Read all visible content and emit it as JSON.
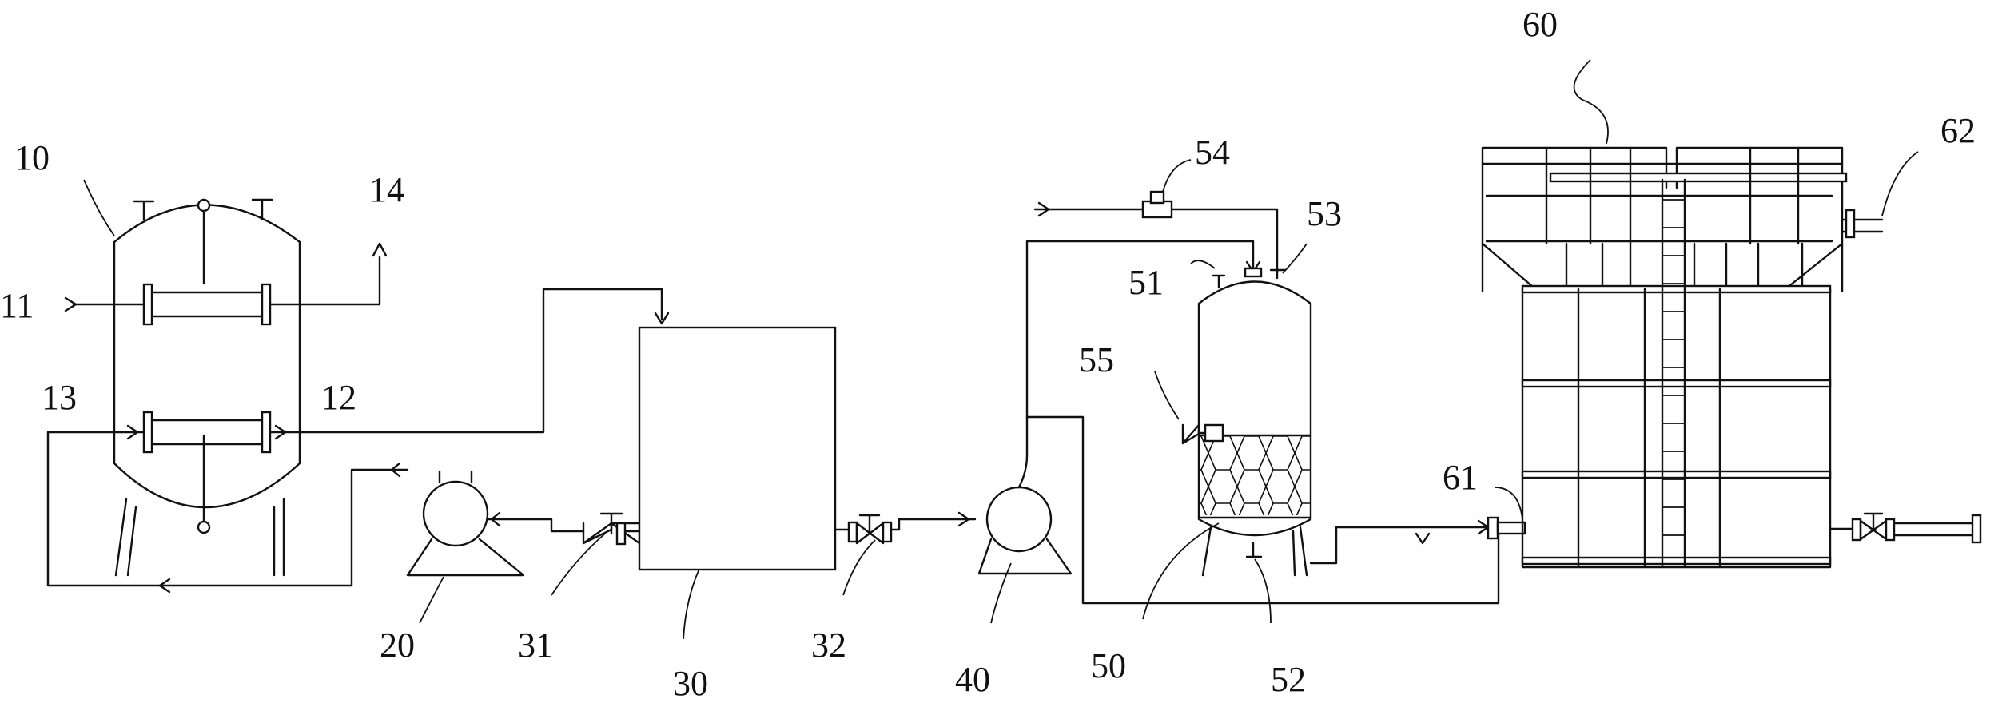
{
  "labels": {
    "l10": "10",
    "l11": "11",
    "l12": "12",
    "l13": "13",
    "l14": "14",
    "l20": "20",
    "l30": "30",
    "l31": "31",
    "l32": "32",
    "l40": "40",
    "l50": "50",
    "l51": "51",
    "l52": "52",
    "l53": "53",
    "l54": "54",
    "l55": "55",
    "l60": "60",
    "l61": "61",
    "l62": "62"
  }
}
